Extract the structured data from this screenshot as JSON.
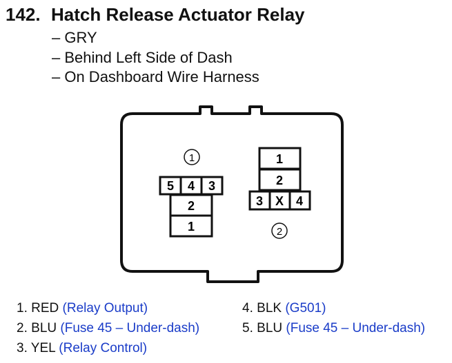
{
  "header": {
    "number": "142.",
    "title": "Hatch Release Actuator Relay",
    "details": [
      "– GRY",
      "– Behind Left Side of Dash",
      "– On Dashboard Wire Harness"
    ]
  },
  "connectors": {
    "connector_1": {
      "label": "1",
      "top_row": [
        "5",
        "4",
        "3"
      ],
      "middle": "2",
      "bottom": "1"
    },
    "connector_2": {
      "label": "2",
      "top": "1",
      "middle": "2",
      "bottom_row": [
        "3",
        "X",
        "4"
      ]
    }
  },
  "legend": [
    {
      "num": "1.",
      "color": "RED",
      "desc": "(Relay Output)"
    },
    {
      "num": "2.",
      "color": "BLU",
      "desc": "(Fuse 45 – Under-dash)"
    },
    {
      "num": "3.",
      "color": "YEL",
      "desc": "(Relay Control)"
    },
    {
      "num": "4.",
      "color": "BLK",
      "desc": "(G501)"
    },
    {
      "num": "5.",
      "color": "BLU",
      "desc": "(Fuse 45 – Under-dash)"
    }
  ],
  "colors": {
    "description_text": "#1a3cc8",
    "line": "#111111"
  }
}
